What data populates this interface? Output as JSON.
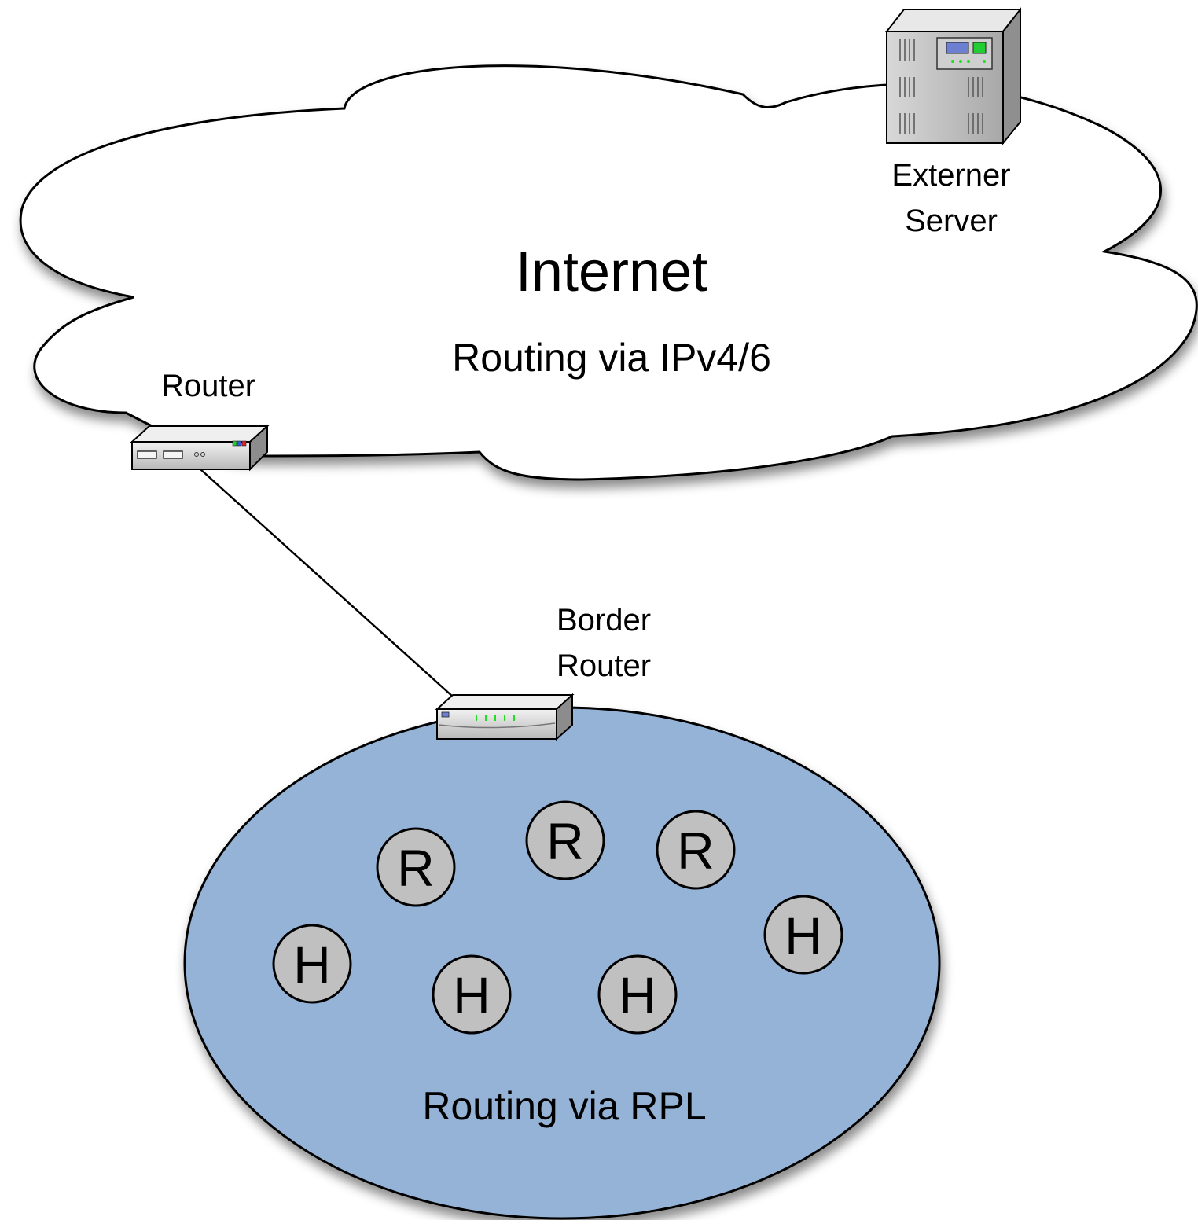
{
  "cloud": {
    "title": "Internet",
    "subtitle": "Routing via IPv4/6"
  },
  "server": {
    "label_line1": "Externer",
    "label_line2": "Server"
  },
  "router": {
    "label": "Router"
  },
  "border_router": {
    "label_line1": "Border",
    "label_line2": "Router"
  },
  "rpl_network": {
    "label": "Routing via RPL",
    "nodes": [
      {
        "label": "R"
      },
      {
        "label": "R"
      },
      {
        "label": "R"
      },
      {
        "label": "H"
      },
      {
        "label": "H"
      },
      {
        "label": "H"
      },
      {
        "label": "H"
      }
    ]
  },
  "colors": {
    "network_fill": "#95b3d7",
    "node_fill": "#c0c0c0",
    "outline": "#000000",
    "led_green": "#22dd22"
  }
}
